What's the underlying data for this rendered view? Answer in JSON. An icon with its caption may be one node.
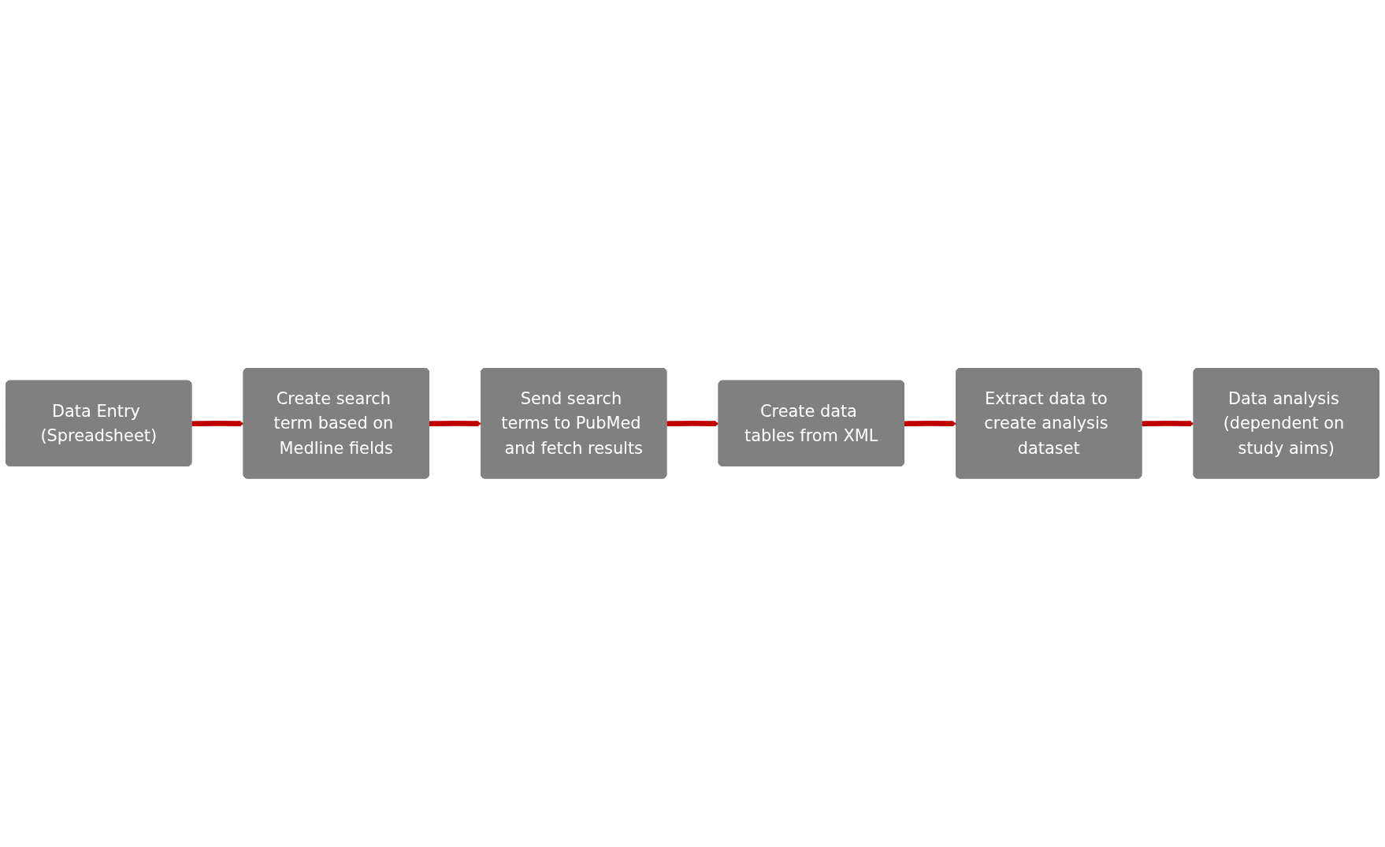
{
  "diagram": {
    "nodes": [
      {
        "text": [
          "Data Entry (Spreadsheet)"
        ]
      },
      {
        "text": [
          "Create search term based on Medline fields"
        ]
      },
      {
        "text": [
          "Send search terms to PubMed and fetch results"
        ]
      },
      {
        "text": [
          "Create data tables from XML"
        ]
      },
      {
        "text": [
          "Extract data to create analysis dataset"
        ]
      },
      {
        "text": [
          "Data analysis (dependent on study aims)"
        ]
      }
    ],
    "edges": [
      {
        "from": 0,
        "to": 1,
        "arrow": "to"
      },
      {
        "from": 1,
        "to": 2,
        "arrow": "to"
      },
      {
        "from": 2,
        "to": 3,
        "arrow": "to"
      },
      {
        "from": 3,
        "to": 4,
        "arrow": "to"
      },
      {
        "from": 4,
        "to": 5,
        "arrow": "to"
      }
    ]
  }
}
